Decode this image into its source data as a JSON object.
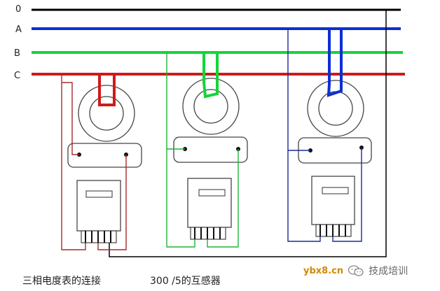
{
  "diagram": {
    "line_labels": {
      "neutral": "0",
      "a": "A",
      "b": "B",
      "c": "C"
    },
    "colors": {
      "neutral": "#000000",
      "a": "#0c2fd4",
      "b": "#12d63a",
      "c": "#cf1a1a",
      "c_wiring": "#a82a2a",
      "b_wiring": "#1fb43a",
      "a_wiring": "#1a2a9a",
      "outline": "#444444"
    }
  },
  "caption": {
    "left": "三相电度表的连接",
    "middle": "300 /5的互感器"
  },
  "watermark": {
    "url": "ybx8.cn",
    "brand": "技成培训"
  }
}
